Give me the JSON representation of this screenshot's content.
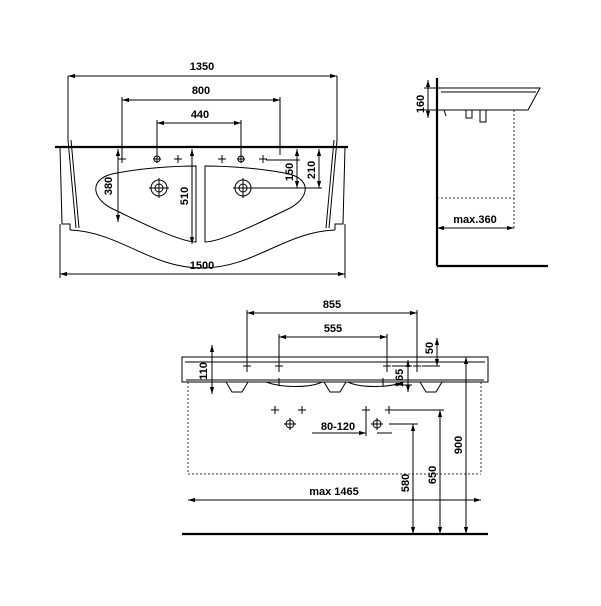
{
  "top_view": {
    "dim_1350": "1350",
    "dim_800": "800",
    "dim_440": "440",
    "dim_380": "380",
    "dim_510": "510",
    "dim_150": "150",
    "dim_210": "210",
    "dim_1500": "1500"
  },
  "side_view": {
    "dim_160": "160",
    "dim_max360": "max.360"
  },
  "front_view": {
    "dim_855": "855",
    "dim_555": "555",
    "dim_110": "110",
    "dim_50": "50",
    "dim_165": "165",
    "dim_80_120": "80-120",
    "dim_max1465": "max 1465",
    "dim_580": "580",
    "dim_650": "650",
    "dim_900": "900"
  }
}
